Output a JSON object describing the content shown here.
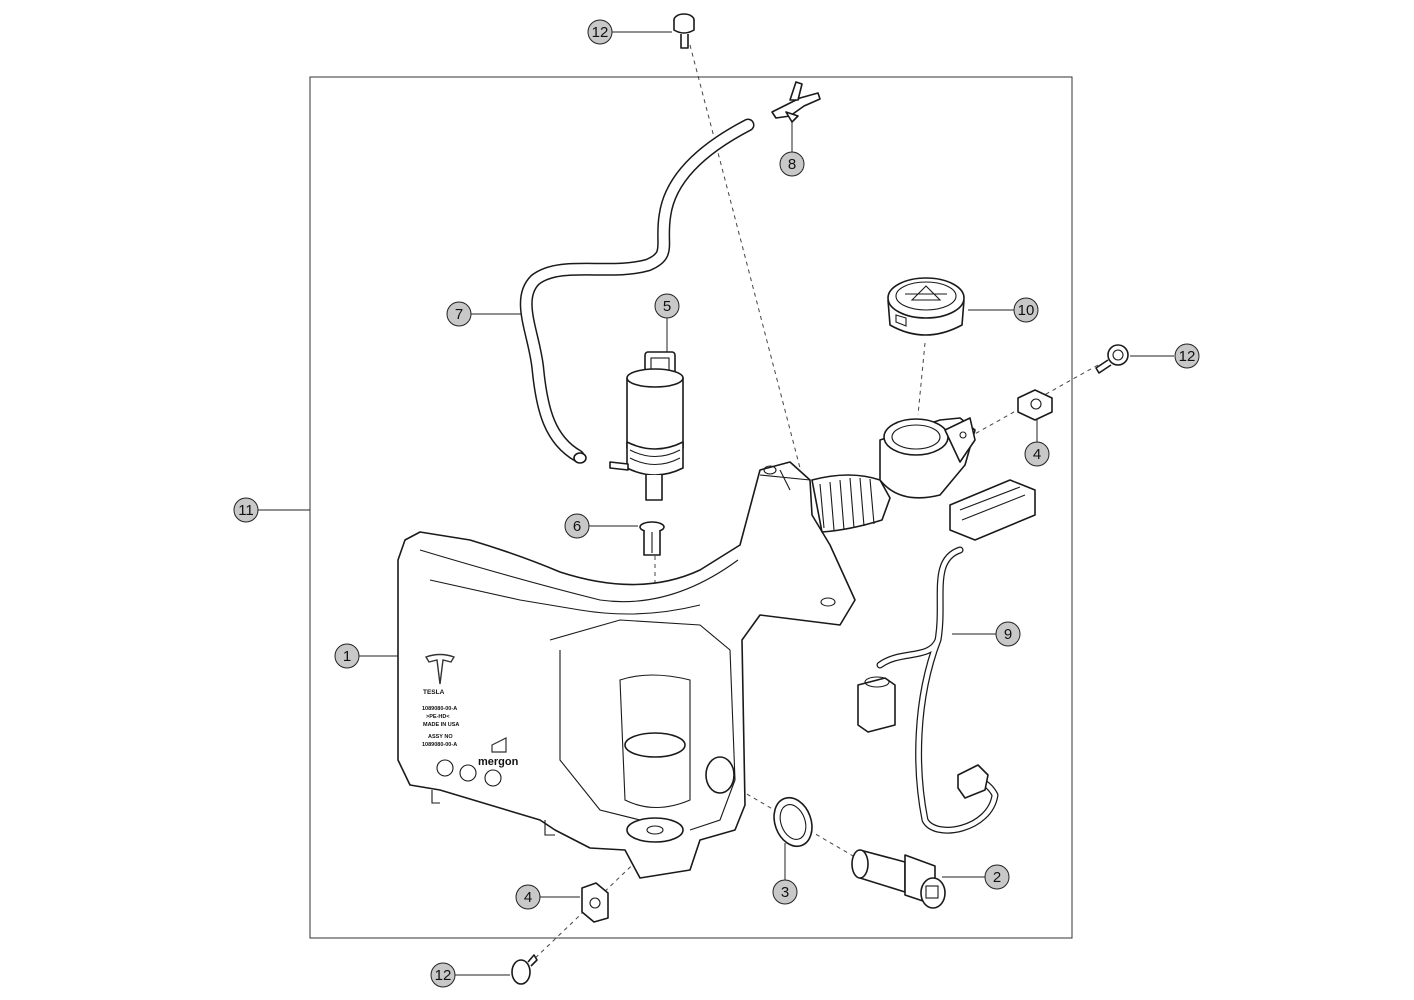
{
  "callouts": {
    "c1": "1",
    "c2": "2",
    "c3": "3",
    "c4a": "4",
    "c4b": "4",
    "c5": "5",
    "c6": "6",
    "c7": "7",
    "c8": "8",
    "c9": "9",
    "c10": "10",
    "c11": "11",
    "c12a": "12",
    "c12b": "12",
    "c12c": "12"
  },
  "reservoir_labels": {
    "brand": "TESLA",
    "part_line1": "1089080-00-A",
    "part_line2": ">PE-HD<",
    "part_line3": "MADE IN USA",
    "assy_line1": "ASSY NO",
    "assy_line2": "1089080-00-A",
    "maker": "mergon"
  }
}
